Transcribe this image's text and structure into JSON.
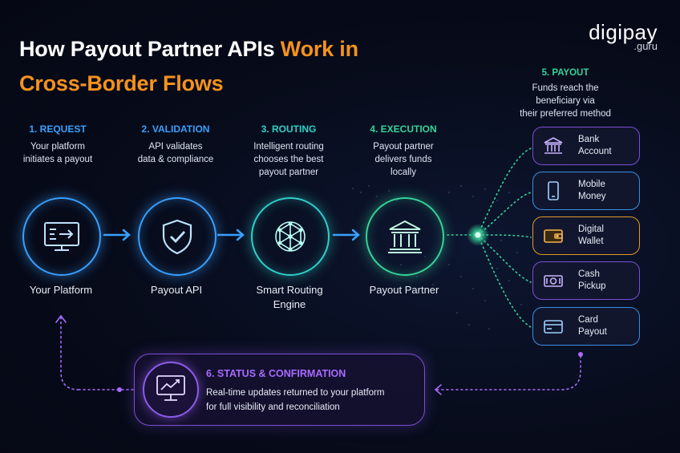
{
  "title": {
    "part1": "How Payout Partner APIs ",
    "part2": "Work in",
    "part3": "Cross-Border Flows"
  },
  "logo": {
    "main": "digipay",
    "sub": ".guru"
  },
  "steps": [
    {
      "title": "1. REQUEST",
      "desc1": "Your platform",
      "desc2": "initiates a payout",
      "desc3": "",
      "label1": "Your Platform",
      "label2": "",
      "color": "#3aa0ff",
      "icon": "monitor-send-icon"
    },
    {
      "title": "2. VALIDATION",
      "desc1": "API validates",
      "desc2": "data & compliance",
      "desc3": "",
      "label1": "Payout API",
      "label2": "",
      "color": "#3aa0ff",
      "icon": "shield-check-icon"
    },
    {
      "title": "3. ROUTING",
      "desc1": "Intelligent routing",
      "desc2": "chooses the best",
      "desc3": "payout partner",
      "label1": "Smart Routing",
      "label2": "Engine",
      "color": "#2fd0c8",
      "icon": "network-globe-icon"
    },
    {
      "title": "4. EXECUTION",
      "desc1": "Payout partner",
      "desc2": "delivers funds",
      "desc3": "locally",
      "label1": "Payout Partner",
      "label2": "",
      "color": "#35d39a",
      "icon": "bank-icon"
    }
  ],
  "payout": {
    "title": "5. PAYOUT",
    "desc1": "Funds reach the",
    "desc2": "beneficiary via",
    "desc3": "their preferred method",
    "methods": [
      {
        "line1": "Bank",
        "line2": "Account",
        "icon": "bank-icon",
        "color": "#8a5ce6"
      },
      {
        "line1": "Mobile",
        "line2": "Money",
        "icon": "phone-icon",
        "color": "#3aa0ff"
      },
      {
        "line1": "Digital",
        "line2": "Wallet",
        "icon": "wallet-icon",
        "color": "#f5a623"
      },
      {
        "line1": "Cash",
        "line2": "Pickup",
        "icon": "cash-icon",
        "color": "#a86bff"
      },
      {
        "line1": "Card",
        "line2": "Payout",
        "icon": "card-icon",
        "color": "#3aa0ff"
      }
    ]
  },
  "status": {
    "title": "6. STATUS & CONFIRMATION",
    "desc1": "Real-time updates returned to your platform",
    "desc2": "for full visibility and reconciliation",
    "icon": "monitor-chart-icon"
  }
}
